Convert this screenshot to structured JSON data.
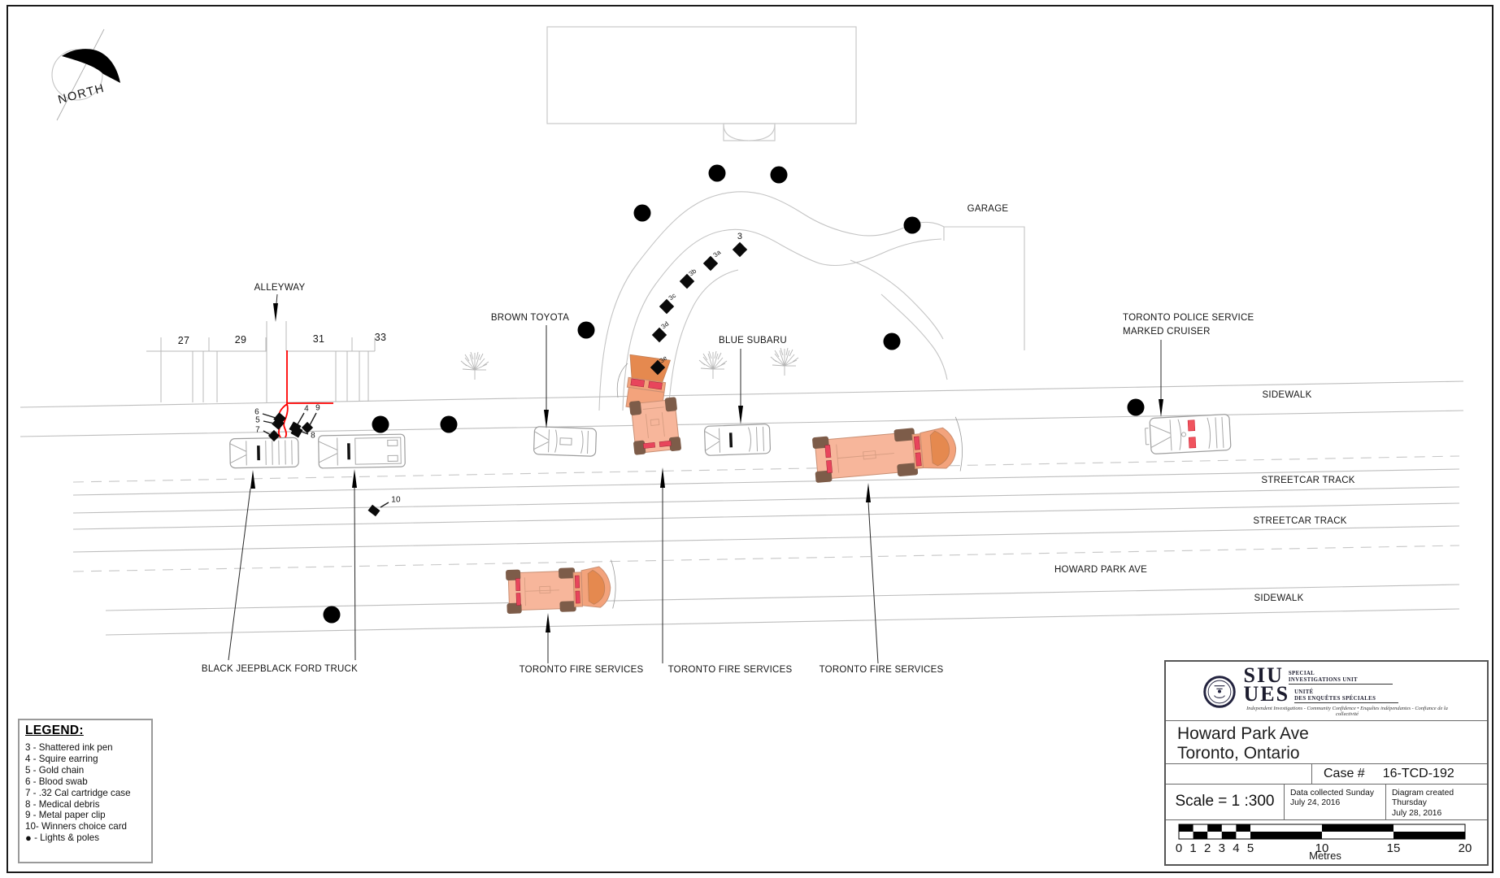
{
  "north": {
    "label": "NORTH"
  },
  "map_labels": {
    "alleyway": "ALLEYWAY",
    "lot_27": "27",
    "lot_29": "29",
    "lot_31": "31",
    "lot_33": "33",
    "brown_toyota": "BROWN TOYOTA",
    "blue_subaru": "BLUE SUBARU",
    "garage": "GARAGE",
    "police_line1": "TORONTO POLICE SERVICE",
    "police_line2": "MARKED CRUISER",
    "sidewalk_north": "SIDEWALK",
    "streetcar_track_1": "STREETCAR TRACK",
    "streetcar_track_2": "STREETCAR TRACK",
    "howard_park_ave": "HOWARD PARK AVE",
    "sidewalk_south": "SIDEWALK",
    "black_jeep": "BLACK JEEP",
    "black_ford_truck": "BLACK FORD TRUCK",
    "fire_1": "TORONTO FIRE SERVICES",
    "fire_2": "TORONTO FIRE SERVICES",
    "fire_3": "TORONTO FIRE SERVICES"
  },
  "evidence": {
    "m3": "3",
    "m3a": "3a",
    "m3b": "3b",
    "m3c": "3c",
    "m3d": "3d",
    "m3e": "3e",
    "m4": "4",
    "m5": "5",
    "m6": "6",
    "m7": "7",
    "m8": "8",
    "m9": "9",
    "m10": "10"
  },
  "legend": {
    "title": "LEGEND:",
    "items": [
      "3 - Shattered ink pen",
      "4 - Squire earring",
      "5 - Gold chain",
      "6 - Blood swab",
      "7 - .32 Cal cartridge case",
      "8 - Medical debris",
      "9 - Metal paper clip",
      "10- Winners choice card"
    ],
    "lights_symbol": "●",
    "lights_text": "- Lights & poles"
  },
  "title_block": {
    "logo": {
      "siu": "SIU",
      "ues": "UES",
      "en_line1": "SPECIAL",
      "en_line2": "INVESTIGATIONS UNIT",
      "fr_line1": "UNITÉ",
      "fr_line2": "DES ENQUÊTES SPÉCIALES",
      "tagline": "Independent Investigations - Community Confidence • Enquêtes indépendantes - Confiance de la collectivité"
    },
    "location_line1": "Howard Park Ave",
    "location_line2": "Toronto, Ontario",
    "case_label": "Case #",
    "case_number": "16-TCD-192",
    "scale_text": "Scale =  1 :300",
    "collected_line1": "Data collected Sunday",
    "collected_line2": "July 24, 2016",
    "created_line1": "Diagram created Thursday",
    "created_line2": "July 28, 2016",
    "scale_bar": {
      "ticks": [
        "0",
        "1",
        "2",
        "3",
        "4",
        "5",
        "10",
        "15",
        "20"
      ],
      "unit": "Metres"
    }
  },
  "colors": {
    "evidence_red": "#ff0000",
    "truck_body": "#f7b69b",
    "truck_cab": "#f3a37c",
    "truck_windshield": "#e5894f",
    "truck_pad": "#7d5c49",
    "truck_stripe": "#e8455c",
    "road_line": "#bdbdbd"
  }
}
